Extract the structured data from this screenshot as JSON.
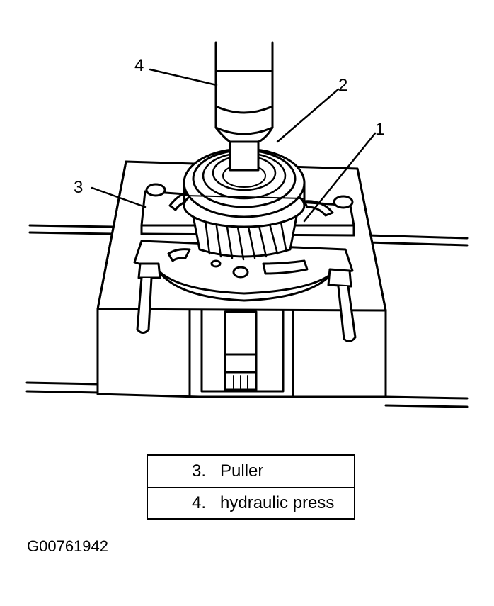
{
  "callouts": [
    "1",
    "2",
    "3",
    "4"
  ],
  "legend": [
    {
      "num": "3.",
      "label": "Puller"
    },
    {
      "num": "4.",
      "label": "hydraulic press"
    }
  ],
  "figure_id": "G00761942"
}
